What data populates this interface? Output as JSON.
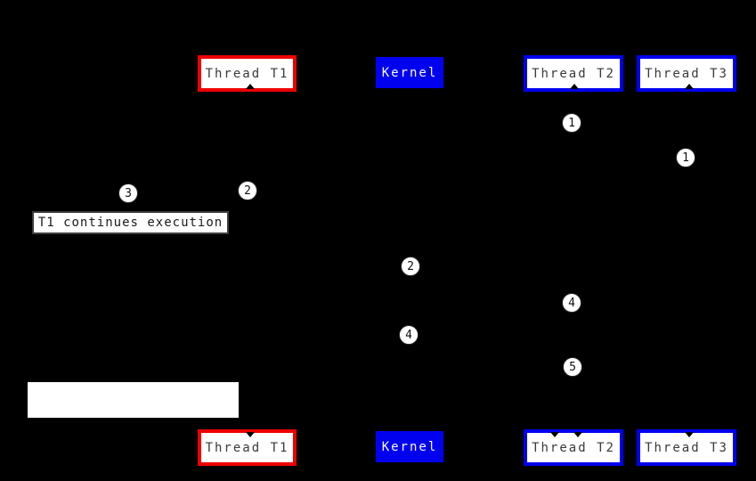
{
  "diagram": {
    "kind": "thread-kernel-upcall-timeline",
    "boxes": {
      "top": {
        "thread_t1": "Thread T1",
        "kernel": "Kernel",
        "thread_t2": "Thread T2",
        "thread_t3": "Thread T3"
      },
      "bottom": {
        "thread_t1": "Thread T1",
        "kernel": "Kernel",
        "thread_t2": "Thread T2",
        "thread_t3": "Thread T3"
      }
    },
    "markers": [
      {
        "label": "1"
      },
      {
        "label": "1"
      },
      {
        "label": "2"
      },
      {
        "label": "3"
      },
      {
        "label": "2"
      },
      {
        "label": "4"
      },
      {
        "label": "4"
      },
      {
        "label": "5"
      }
    ],
    "annotation": {
      "text": "T1 continues execution"
    },
    "colors": {
      "background": "#000000",
      "red_accent": "#ee0000",
      "blue_accent": "#0101f0",
      "box_fill": "#ffffff",
      "box_text": "#3a3a3a",
      "kernel_text": "#fafafa",
      "marker_fill": "#ffffff",
      "marker_text": "#111111"
    }
  }
}
